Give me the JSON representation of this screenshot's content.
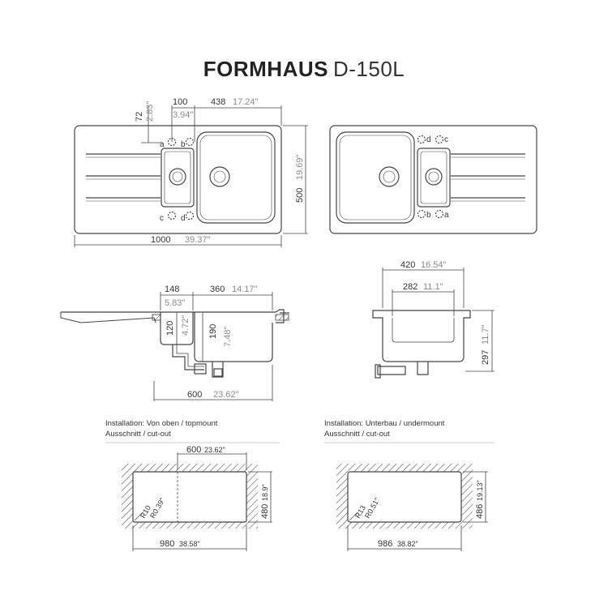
{
  "title": {
    "brand": "FORMHAUS",
    "model": "D-150L"
  },
  "top_view_left": {
    "d_100": "100",
    "d_3_94": "3.94\"",
    "d_438": "438",
    "d_17_24": "17.24\"",
    "d_72": "72",
    "d_2_83": "2.83\"",
    "d_1000": "1000",
    "d_39_37": "39.37\"",
    "d_500": "500",
    "d_19_69": "19.69\"",
    "labels": [
      "a",
      "b",
      "c",
      "d"
    ]
  },
  "top_view_right": {
    "labels": [
      "d",
      "c",
      "b",
      "a"
    ]
  },
  "side_view_left": {
    "d_148": "148",
    "d_5_83": "5.83\"",
    "d_360": "360",
    "d_14_17": "14.17\"",
    "d_120": "120",
    "d_4_72": "4.72\"",
    "d_190": "190",
    "d_7_48": "7.48\"",
    "d_600": "600",
    "d_23_62": "23.62\""
  },
  "side_view_right": {
    "d_420": "420",
    "d_16_54": "16.54\"",
    "d_282": "282",
    "d_11_1": "11.1\"",
    "d_297": "297",
    "d_11_7": "11.7\""
  },
  "install_left": {
    "line1": "Installation: Von oben / topmount",
    "line2": "Ausschnitt / cut-out",
    "d_600": "600",
    "d_23_62": "23.62\"",
    "d_480": "480",
    "d_18_9": "18.9\"",
    "d_980": "980",
    "d_38_58": "38.58\"",
    "r": "R10",
    "r_in": "R0.39\""
  },
  "install_right": {
    "line1": "Installation: Unterbau / undermount",
    "line2": "Ausschnitt / cut-out",
    "d_486": "486",
    "d_19_13": "19.13\"",
    "d_986": "986",
    "d_38_82": "38.82\"",
    "r": "R13",
    "r_in": "R0.51\""
  },
  "colors": {
    "line": "#444444",
    "gray_text": "#8a8a8a",
    "hatch": "#555555"
  }
}
